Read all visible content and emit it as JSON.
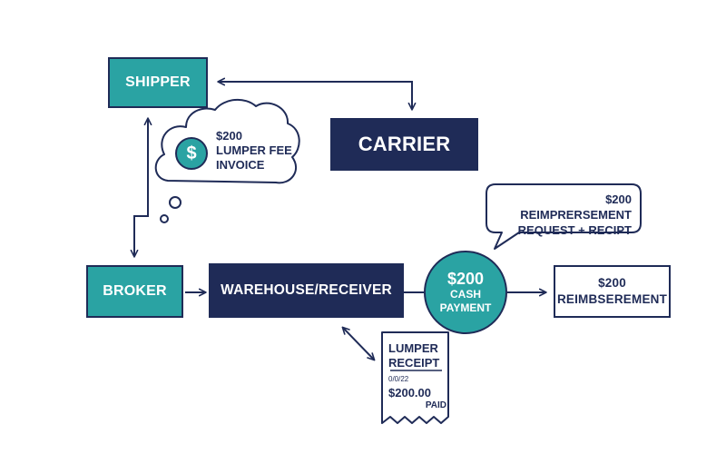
{
  "nodes": {
    "shipper": "SHIPPER",
    "carrier": "CARRIER",
    "broker": "BROKER",
    "warehouse": "WAREHOUSE/RECEIVER",
    "reimbursement": {
      "amount": "$200",
      "label": "REIMBSEREMENT"
    }
  },
  "invoice_cloud": {
    "icon_symbol": "$",
    "amount": "$200",
    "line2": "LUMPER FEE",
    "line3": "INVOICE"
  },
  "cash_payment": {
    "amount": "$200",
    "line2": "CASH",
    "line3": "PAYMENT"
  },
  "request_bubble": {
    "line1": "$200 REIMPRERSEMENT",
    "line2": "REQUEST + RECIPT"
  },
  "receipt": {
    "title_line1": "LUMPER",
    "title_line2": "RECEIPT",
    "date": "0/0/22",
    "amount": "$200.00",
    "status": "PAID"
  },
  "colors": {
    "teal": "#2aa3a3",
    "navy": "#1f2b57",
    "background": "#ffffff"
  },
  "icons": [
    "dollar-icon",
    "thought-cloud",
    "speech-bubble",
    "receipt-icon"
  ]
}
